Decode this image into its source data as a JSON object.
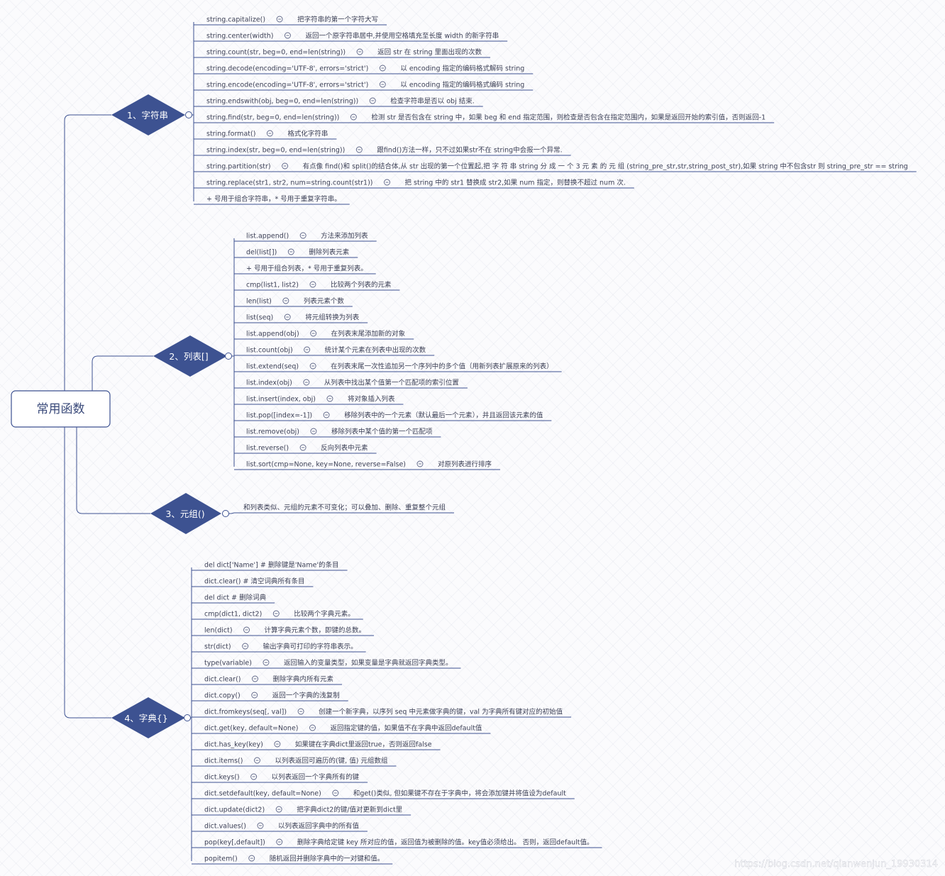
{
  "root": {
    "label": "常用函数"
  },
  "branches": [
    {
      "label": "1、字符串",
      "items": [
        [
          "string.capitalize()",
          "把字符串的第一个字符大写"
        ],
        [
          "string.center(width)",
          "返回一个原字符串居中,并使用空格填充至长度 width 的新字符串"
        ],
        [
          "string.count(str, beg=0, end=len(string))",
          "返回 str 在 string 里面出现的次数"
        ],
        [
          "string.decode(encoding='UTF-8', errors='strict')",
          "以 encoding 指定的编码格式解码 string"
        ],
        [
          "string.encode(encoding='UTF-8', errors='strict')",
          "以 encoding 指定的编码格式编码 string"
        ],
        [
          "string.endswith(obj, beg=0, end=len(string))",
          "检查字符串是否以 obj 结束."
        ],
        [
          "string.find(str, beg=0, end=len(string))",
          "检测 str 是否包含在 string 中，如果 beg 和 end 指定范围，则检查是否包含在指定范围内，如果是返回开始的索引值，否则返回-1"
        ],
        [
          "string.format()",
          "格式化字符串"
        ],
        [
          "string.index(str, beg=0, end=len(string))",
          "跟find()方法一样，只不过如果str不在 string中会报一个异常."
        ],
        [
          "string.partition(str)",
          "有点像 find()和 split()的结合体,从 str 出现的第一个位置起,把 字 符 串 string 分 成 一 个 3 元 素 的 元 组 (string_pre_str,str,string_post_str),如果 string 中不包含str 则 string_pre_str == string"
        ],
        [
          "string.replace(str1, str2,  num=string.count(str1))",
          "把 string 中的 str1 替换成 str2,如果 num 指定，则替换不超过 num 次."
        ],
        [
          "+ 号用于组合字符串，* 号用于重复字符串。"
        ]
      ]
    },
    {
      "label": "2、列表[]",
      "items": [
        [
          "list.append()",
          "方法来添加列表"
        ],
        [
          "del(list[])",
          "删除列表元素"
        ],
        [
          "+ 号用于组合列表，* 号用于重复列表。"
        ],
        [
          "cmp(list1, list2)",
          "比较两个列表的元素"
        ],
        [
          "len(list)",
          "列表元素个数"
        ],
        [
          "list(seq)",
          "将元组转换为列表"
        ],
        [
          "list.append(obj)",
          "在列表末尾添加新的对象"
        ],
        [
          "list.count(obj)",
          "统计某个元素在列表中出现的次数"
        ],
        [
          "list.extend(seq)",
          "在列表末尾一次性追加另一个序列中的多个值（用新列表扩展原来的列表）"
        ],
        [
          "list.index(obj)",
          "从列表中找出某个值第一个匹配项的索引位置"
        ],
        [
          "list.insert(index, obj)",
          "将对象插入列表"
        ],
        [
          "list.pop([index=-1])",
          "移除列表中的一个元素（默认最后一个元素），并且返回该元素的值"
        ],
        [
          "list.remove(obj)",
          "移除列表中某个值的第一个匹配项"
        ],
        [
          "list.reverse()",
          "反向列表中元素"
        ],
        [
          "list.sort(cmp=None, key=None, reverse=False)",
          "对原列表进行排序"
        ]
      ]
    },
    {
      "label": "3、元组()",
      "items": [
        [
          "和列表类似、元组的元素不可变化；可以叠加、删除、重复整个元组"
        ]
      ]
    },
    {
      "label": "4、字典{}",
      "items": [
        [
          "del dict['Name']  # 删除键是'Name'的条目"
        ],
        [
          "dict.clear()       # 清空词典所有条目"
        ],
        [
          "del dict          # 删除词典"
        ],
        [
          "cmp(dict1, dict2)",
          "比较两个字典元素。"
        ],
        [
          "len(dict)",
          "计算字典元素个数，即键的总数。"
        ],
        [
          "str(dict)",
          "输出字典可打印的字符串表示。"
        ],
        [
          "type(variable)",
          "返回输入的变量类型，如果变量是字典就返回字典类型。"
        ],
        [
          "dict.clear()",
          "删除字典内所有元素"
        ],
        [
          "dict.copy()",
          "返回一个字典的浅复制"
        ],
        [
          "dict.fromkeys(seq[, val])",
          "创建一个新字典，以序列 seq 中元素做字典的键，val 为字典所有键对应的初始值"
        ],
        [
          "dict.get(key, default=None)",
          "返回指定键的值，如果值不在字典中返回default值"
        ],
        [
          "dict.has_key(key)",
          "如果键在字典dict里返回true，否则返回false"
        ],
        [
          "dict.items()",
          "以列表返回可遍历的(键, 值) 元组数组"
        ],
        [
          "dict.keys()",
          "以列表返回一个字典所有的键"
        ],
        [
          "dict.setdefault(key, default=None)",
          "和get()类似, 但如果键不存在于字典中，将会添加键并将值设为default"
        ],
        [
          "dict.update(dict2)",
          "把字典dict2的键/值对更新到dict里"
        ],
        [
          "dict.values()",
          "以列表返回字典中的所有值"
        ],
        [
          "pop(key[,default])",
          "删除字典给定键 key 所对应的值，返回值为被删除的值。key值必须给出。 否则，返回default值。"
        ],
        [
          "popitem()",
          "随机返回并删除字典中的一对键和值。"
        ]
      ]
    }
  ],
  "watermark": "https://blog.csdn.net/qianwenjun_19930314",
  "colors": {
    "branch_fill": "#3d5291",
    "line": "#3d5291",
    "text": "#3b3f55"
  }
}
